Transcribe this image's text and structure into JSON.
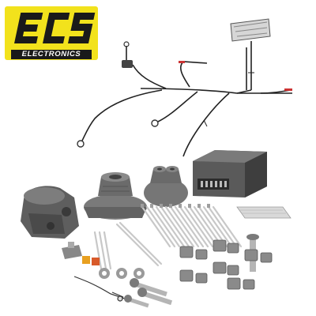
{
  "brand": {
    "name": "ECS",
    "tagline": "ELECTRONICS"
  },
  "colors": {
    "logo_background": "#f2e21c",
    "logo_text": "#1a1a1a",
    "product_gray": "#6e6e6e",
    "wire": "#222222"
  },
  "items": [
    "electronics-module",
    "wiring-harness",
    "socket-housing",
    "rubber-grommets",
    "cable-ties",
    "wire-connectors",
    "bolts-and-nuts",
    "adhesive-pad"
  ]
}
